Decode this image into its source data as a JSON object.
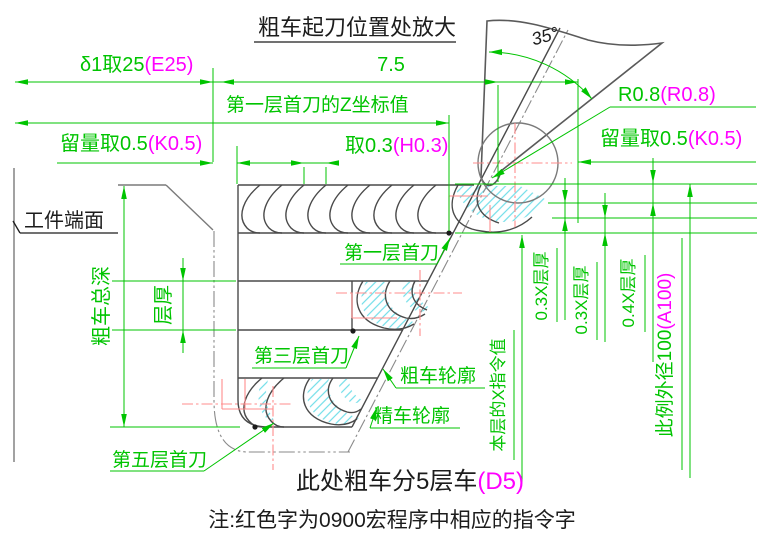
{
  "title": "粗车起刀位置处放大",
  "footnote": "注:红色字为0900宏程序中相应的指令字",
  "labels": {
    "workpiece_end_face": "工件端面",
    "rough_total_depth": "粗车总深",
    "layer_thickness": "层厚",
    "layer1_first_cut": "第一层首刀",
    "layer3_first_cut": "第三层首刀",
    "layer5_first_cut": "第五层首刀",
    "rough_contour": "粗车轮廓",
    "finish_contour": "精车轮廓",
    "layer_x_command": "本层的X指令值",
    "five_layers_note": "此处粗车分5层车",
    "five_layers_code": "(D5)"
  },
  "dimensions": {
    "delta1": {
      "text": "δ1取25",
      "code": "(E25)"
    },
    "z_width": {
      "text": "7.5"
    },
    "z_coord_note": {
      "text": "第一层首刀的Z坐标值"
    },
    "allowance_left": {
      "text": "留量取0.5",
      "code": "(K0.5)"
    },
    "allowance_right": {
      "text": "留量取0.5",
      "code": "(K0.5)"
    },
    "step": {
      "text": "取0.3",
      "code": "(H0.3)"
    },
    "tool_angle": {
      "text": "35°"
    },
    "nose_radius": {
      "text": "R0.8",
      "code": "(R0.8)"
    },
    "cut_a": {
      "text": "0.3X层厚"
    },
    "cut_b": {
      "text": "0.3X层厚"
    },
    "cut_c": {
      "text": "0.4X层厚"
    },
    "outer_dia": {
      "text": "此例外径100",
      "code": "(A100)"
    }
  },
  "colors": {
    "dimension_green": "#00c400",
    "macro_magenta": "#ff00ff",
    "toolpath_red": "#ff8c8c",
    "hatch_cyan": "#6fdde8",
    "part_line": "#4a4a4a"
  }
}
